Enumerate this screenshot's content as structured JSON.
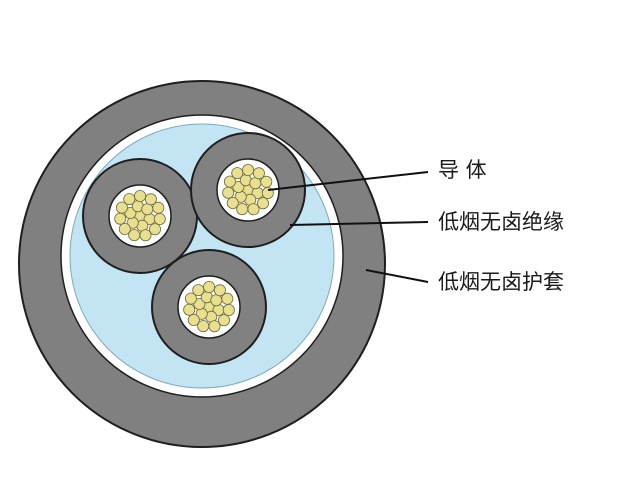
{
  "colors": {
    "sheath": "#808080",
    "sheath_stroke": "#1e1e1e",
    "wrap": "#ffffff",
    "filler": "#c3e4f3",
    "insulation": "#818181",
    "conductor_bg": "#ffffff",
    "strand": "#e8df8f",
    "strand_stroke": "#6d6b45",
    "leader": "#111111"
  },
  "labels": {
    "conductor": "导  体",
    "insulation": "低烟无卤绝缘",
    "sheath": "低烟无卤护套"
  }
}
